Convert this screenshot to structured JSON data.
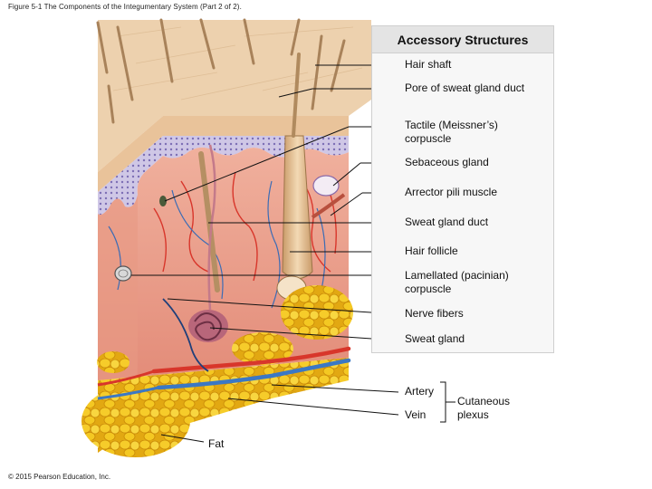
{
  "caption": "Figure 5-1 The Components of the Integumentary System (Part 2 of 2).",
  "copyright": "© 2015 Pearson Education, Inc.",
  "panel_title": "Accessory Structures",
  "labels": {
    "hair_shaft": "Hair shaft",
    "pore": "Pore of sweat gland duct",
    "tactile": "Tactile (Meissner’s) corpuscle",
    "sebaceous": "Sebaceous gland",
    "arrector": "Arrector pili muscle",
    "sweat_duct": "Sweat gland duct",
    "hair_follicle": "Hair follicle",
    "lamellated": "Lamellated (pacinian) corpuscle",
    "nerve_fibers": "Nerve fibers",
    "sweat_gland": "Sweat gland",
    "artery": "Artery",
    "vein": "Vein",
    "cutaneous_plexus": "Cutaneous plexus",
    "fat": "Fat"
  },
  "colors": {
    "epidermis": "#e8c9a4",
    "dermis": "#e99a86",
    "basal_layer": "#9e8ec4",
    "fat": "#f1c21b",
    "artery": "#d8362b",
    "vein": "#3b78c4",
    "nerve": "#2c5aa0",
    "hair": "#b8946a"
  }
}
